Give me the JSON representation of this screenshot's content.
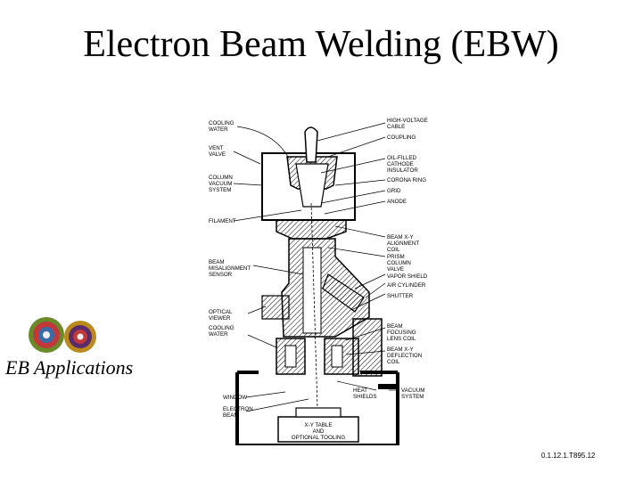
{
  "title": "Electron Beam Welding (EBW)",
  "nav_link": "EB Applications",
  "slide_ref": "0.1.12.1.T895.12",
  "gear_icon": "gear-icon",
  "diagram": {
    "left_labels": [
      "COOLING",
      "WATER",
      "VENT",
      "VALVE",
      "COLUMN",
      "VACUUM",
      "SYSTEM",
      "FILAMENT",
      "BEAM",
      "MISALIGNMENT",
      "SENSOR",
      "OPTICAL",
      "VIEWER",
      "COOLING",
      "WATER",
      "WINDOW",
      "ELECTRON",
      "BEAM"
    ],
    "right_labels": [
      "HIGH-VOLTAGE",
      "CABLE",
      "COUPLING",
      "OIL-FILLED",
      "CATHODE",
      "INSULATOR",
      "CORONA RING",
      "GRID",
      "ANODE",
      "BEAM X-Y",
      "ALIGNMENT",
      "COIL",
      "PRISM",
      "COLUMN",
      "VALVE",
      "VAPOR SHIELD",
      "AIR CYLINDER",
      "SHUTTER",
      "BEAM",
      "FOCUSING",
      "LENS COIL",
      "BEAM X-Y",
      "DEFLECTION",
      "COIL",
      "HEAT",
      "SHIELDS",
      "VACUUM",
      "SYSTEM"
    ],
    "table_labels": [
      "X-Y TABLE",
      "AND",
      "OPTIONAL TOOLING"
    ]
  }
}
